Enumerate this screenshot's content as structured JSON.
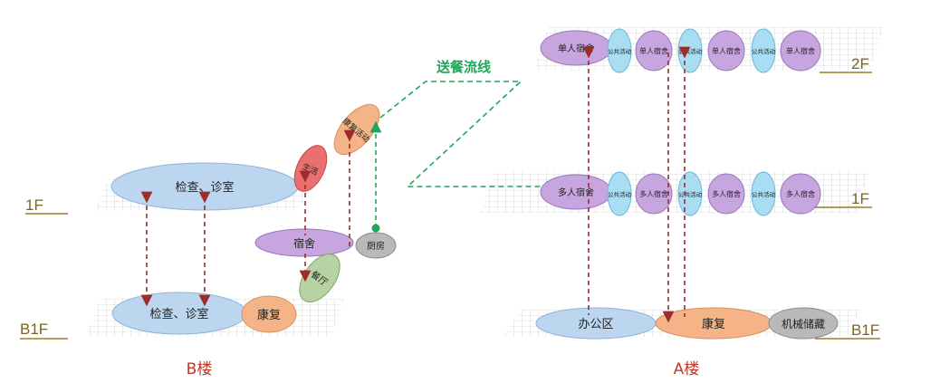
{
  "colors": {
    "blue": "#bcd6f0",
    "purple": "#c7a6e0",
    "cyan": "#a9ddf2",
    "orange": "#f4b487",
    "red": "#ec6f6f",
    "green": "#b8d3a3",
    "gray": "#b9b9b9",
    "arrow_red": "#9b2c2c",
    "arrow_green": "#1fa65a",
    "level_line": "#9a7d2a"
  },
  "route_label": "送餐流线",
  "buildings": {
    "b": {
      "name": "B楼",
      "levels": [
        "1F",
        "B1F"
      ],
      "f1": {
        "exam": "检查、诊室"
      },
      "b1": {
        "exam": "检查、诊室",
        "rehab": "康复"
      },
      "connector": {
        "dorm": "宿舍",
        "kitchen": "厨房",
        "dining": "餐厅",
        "stairs": "生活",
        "rehab_activity": "康复活动"
      }
    },
    "a": {
      "name": "A楼",
      "levels": [
        "2F",
        "1F",
        "B1F"
      ],
      "f2": [
        "单人宿舍",
        "公共活动",
        "单人宿舍",
        "公共活动",
        "单人宿舍",
        "公共活动",
        "单人宿舍"
      ],
      "f1": [
        "多人宿舍",
        "公共活动",
        "多人宿舍",
        "公共活动",
        "多人宿舍",
        "公共活动",
        "多人宿舍"
      ],
      "b1": {
        "office": "办公区",
        "rehab": "康复",
        "mech": "机械储藏"
      }
    }
  }
}
